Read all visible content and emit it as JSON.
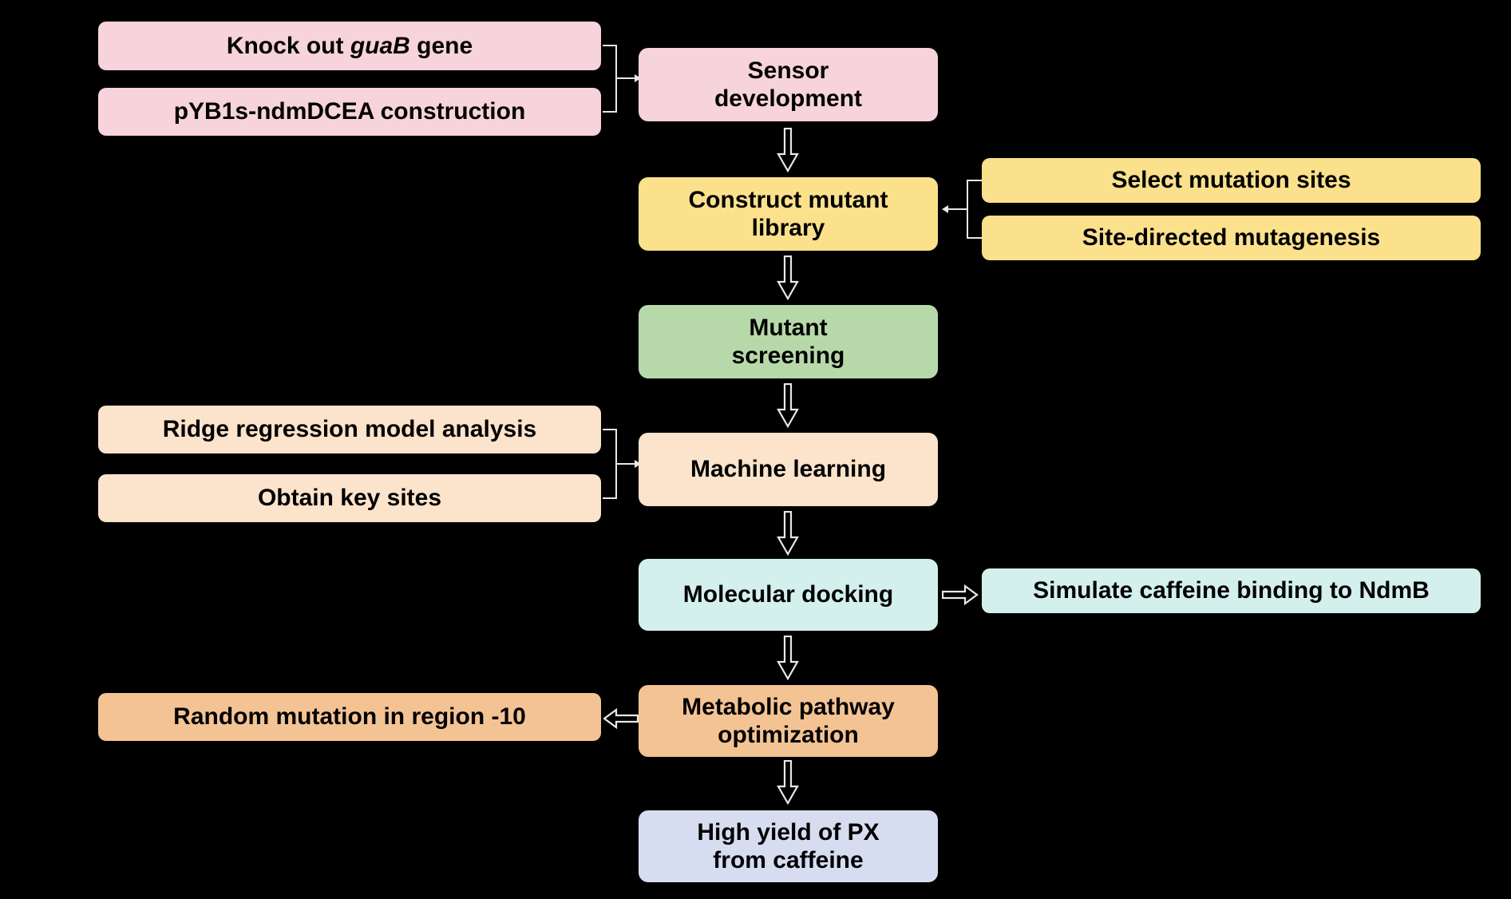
{
  "diagram": {
    "background": "#000000",
    "text_color": "#000000",
    "arrow_color": "#E8E8E8",
    "nodes": {
      "knockout": {
        "label_pre": "Knock out ",
        "label_gene": "guaB",
        "label_post": " gene",
        "color": "#F7D3DB"
      },
      "pyb1s": {
        "label": "pYB1s-ndmDCEA construction",
        "color": "#F7D3DB"
      },
      "sensor": {
        "label": "Sensor\ndevelopment",
        "color": "#F7D3DB"
      },
      "construct": {
        "label": "Construct mutant\nlibrary",
        "color": "#FBE18C"
      },
      "select_sites": {
        "label": "Select mutation sites",
        "color": "#FBE18C"
      },
      "site_mutagenesis": {
        "label": "Site-directed mutagenesis",
        "color": "#FBE18C"
      },
      "screening": {
        "label": "Mutant\nscreening",
        "color": "#B7D9A9"
      },
      "ridge": {
        "label": "Ridge regression model analysis",
        "color": "#FCE3CB"
      },
      "obtain": {
        "label": "Obtain key sites",
        "color": "#FCE3CB"
      },
      "ml": {
        "label": "Machine learning",
        "color": "#FCE3CB"
      },
      "docking": {
        "label": "Molecular docking",
        "color": "#D4F0ED"
      },
      "simulate": {
        "label": "Simulate caffeine binding to NdmB",
        "color": "#D4F0ED"
      },
      "metabolic": {
        "label": "Metabolic pathway\noptimization",
        "color": "#F4C394"
      },
      "random": {
        "label": "Random mutation in region -10",
        "color": "#F4C394"
      },
      "yield": {
        "label": "High yield of PX\nfrom caffeine",
        "color": "#D6DDF1"
      }
    },
    "edges": [
      {
        "from": "sensor",
        "to": "construct",
        "type": "down-arrow"
      },
      {
        "from": "construct",
        "to": "screening",
        "type": "down-arrow"
      },
      {
        "from": "screening",
        "to": "ml",
        "type": "down-arrow"
      },
      {
        "from": "ml",
        "to": "docking",
        "type": "down-arrow"
      },
      {
        "from": "docking",
        "to": "metabolic",
        "type": "down-arrow"
      },
      {
        "from": "metabolic",
        "to": "yield",
        "type": "down-arrow"
      },
      {
        "from": "knockout + pyb1s",
        "to": "sensor",
        "type": "bracket-right-arrow"
      },
      {
        "from": "select_sites + site_mutagenesis",
        "to": "construct",
        "type": "bracket-left-arrow"
      },
      {
        "from": "ridge + obtain",
        "to": "ml",
        "type": "bracket-right-arrow"
      },
      {
        "from": "docking",
        "to": "simulate",
        "type": "hollow-right-arrow"
      },
      {
        "from": "metabolic",
        "to": "random",
        "type": "hollow-left-arrow"
      }
    ]
  }
}
